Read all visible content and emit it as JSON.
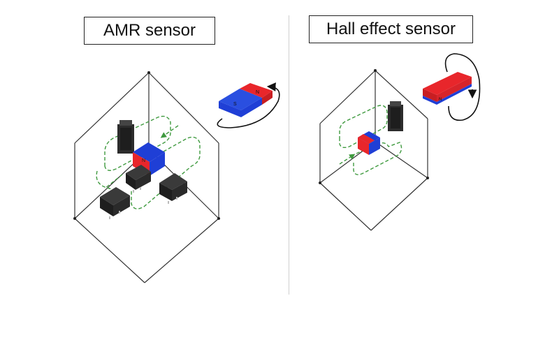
{
  "left_panel": {
    "title": "AMR sensor",
    "magnet_pole_north": "N",
    "magnet_pole_south": "S",
    "center_magnet_label": "N"
  },
  "right_panel": {
    "title": "Hall effect sensor",
    "magnet_pole_label": "N"
  },
  "colors": {
    "north_red": "#e8262b",
    "south_blue": "#1f3fd6",
    "field_lines_green": "#3f9a3f",
    "sensor_chip": "#2c2c2c",
    "frame_lines": "#333333"
  }
}
